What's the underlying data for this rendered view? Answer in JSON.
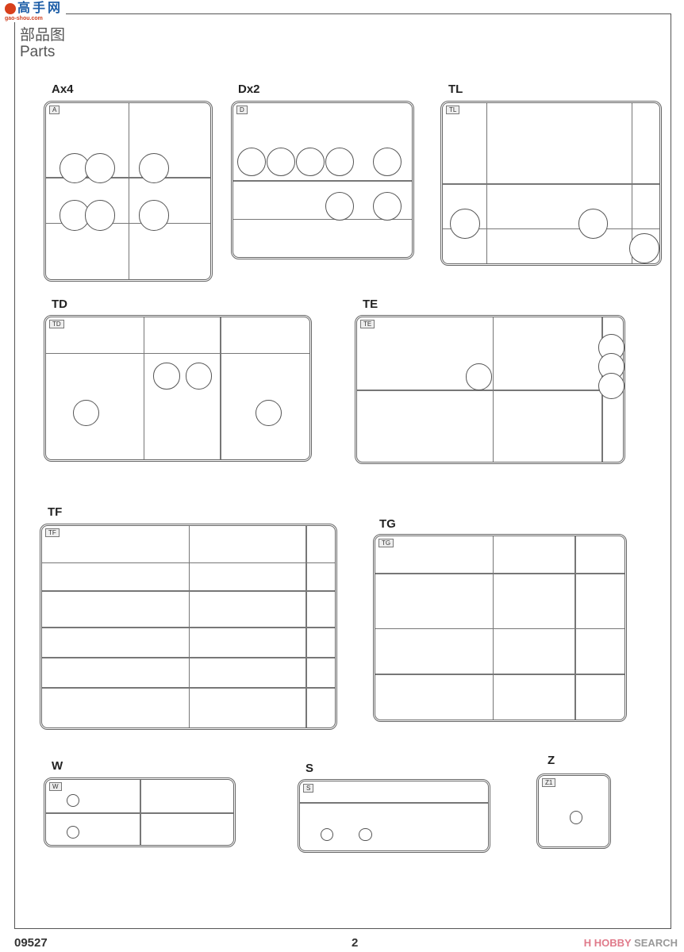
{
  "logo": {
    "text": "高手网",
    "url_text": "gao-shou.com"
  },
  "header": {
    "title_cn": "部品图",
    "title_en": "Parts"
  },
  "sprues": [
    {
      "label": "Ax4",
      "tag": "A"
    },
    {
      "label": "Dx2",
      "tag": "D"
    },
    {
      "label": "TL",
      "tag": "TL"
    },
    {
      "label": "TD",
      "tag": "TD"
    },
    {
      "label": "TE",
      "tag": "TE"
    },
    {
      "label": "TF",
      "tag": "TF"
    },
    {
      "label": "TG",
      "tag": "TG"
    },
    {
      "label": "W",
      "tag": "W"
    },
    {
      "label": "S",
      "tag": "S"
    },
    {
      "label": "Z",
      "tag": "Z1"
    }
  ],
  "footer": {
    "code": "09527",
    "page": "2",
    "watermark_a": "H",
    "watermark_b": "HOBBY",
    "watermark_c": "SEARCH"
  }
}
